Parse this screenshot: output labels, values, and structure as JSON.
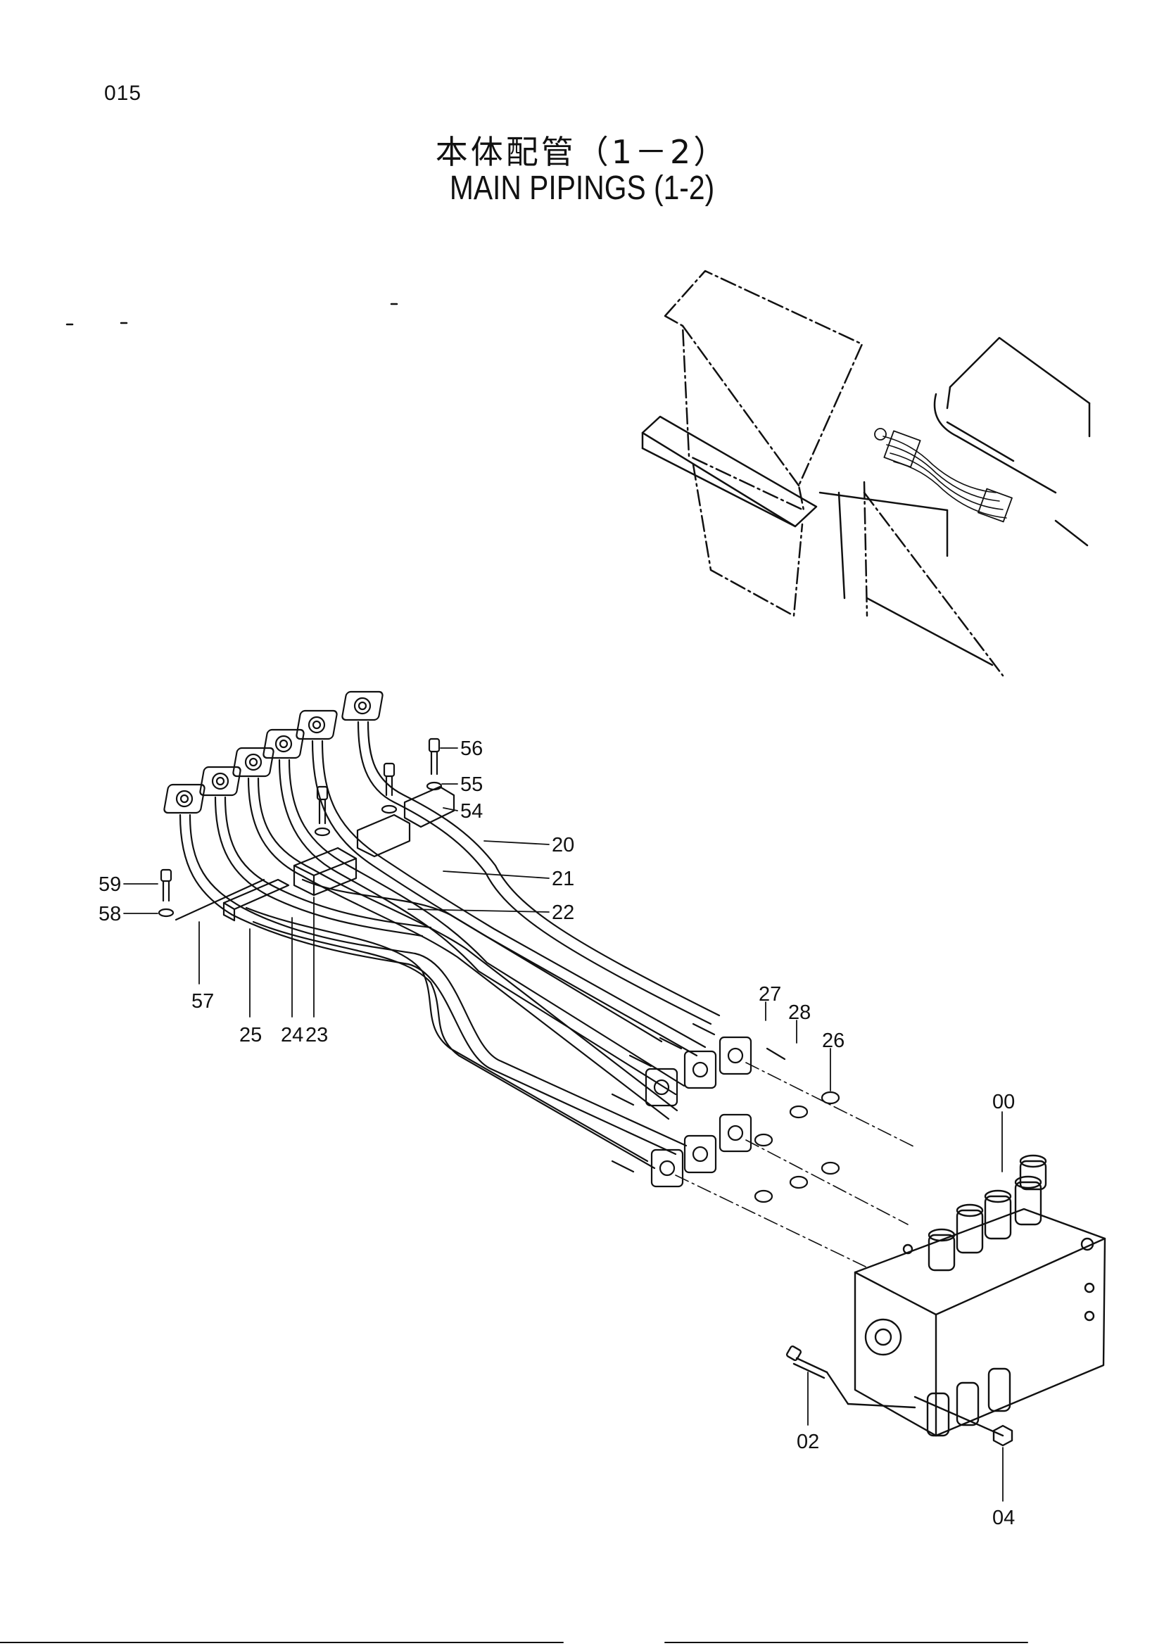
{
  "page": {
    "number": "015"
  },
  "title": {
    "japanese": "本体配管（1－2）",
    "english": "MAIN PIPINGS (1-2)"
  },
  "parts": [
    {
      "id": "56",
      "label": "56"
    },
    {
      "id": "55",
      "label": "55"
    },
    {
      "id": "54",
      "label": "54"
    },
    {
      "id": "20",
      "label": "20"
    },
    {
      "id": "21",
      "label": "21"
    },
    {
      "id": "22",
      "label": "22"
    },
    {
      "id": "59",
      "label": "59"
    },
    {
      "id": "58",
      "label": "58"
    },
    {
      "id": "57",
      "label": "57"
    },
    {
      "id": "25",
      "label": "25"
    },
    {
      "id": "24",
      "label": "24"
    },
    {
      "id": "23",
      "label": "23"
    },
    {
      "id": "27",
      "label": "27"
    },
    {
      "id": "28",
      "label": "28"
    },
    {
      "id": "26",
      "label": "26"
    },
    {
      "id": "00",
      "label": "00"
    },
    {
      "id": "02",
      "label": "02"
    },
    {
      "id": "04",
      "label": "04"
    }
  ]
}
